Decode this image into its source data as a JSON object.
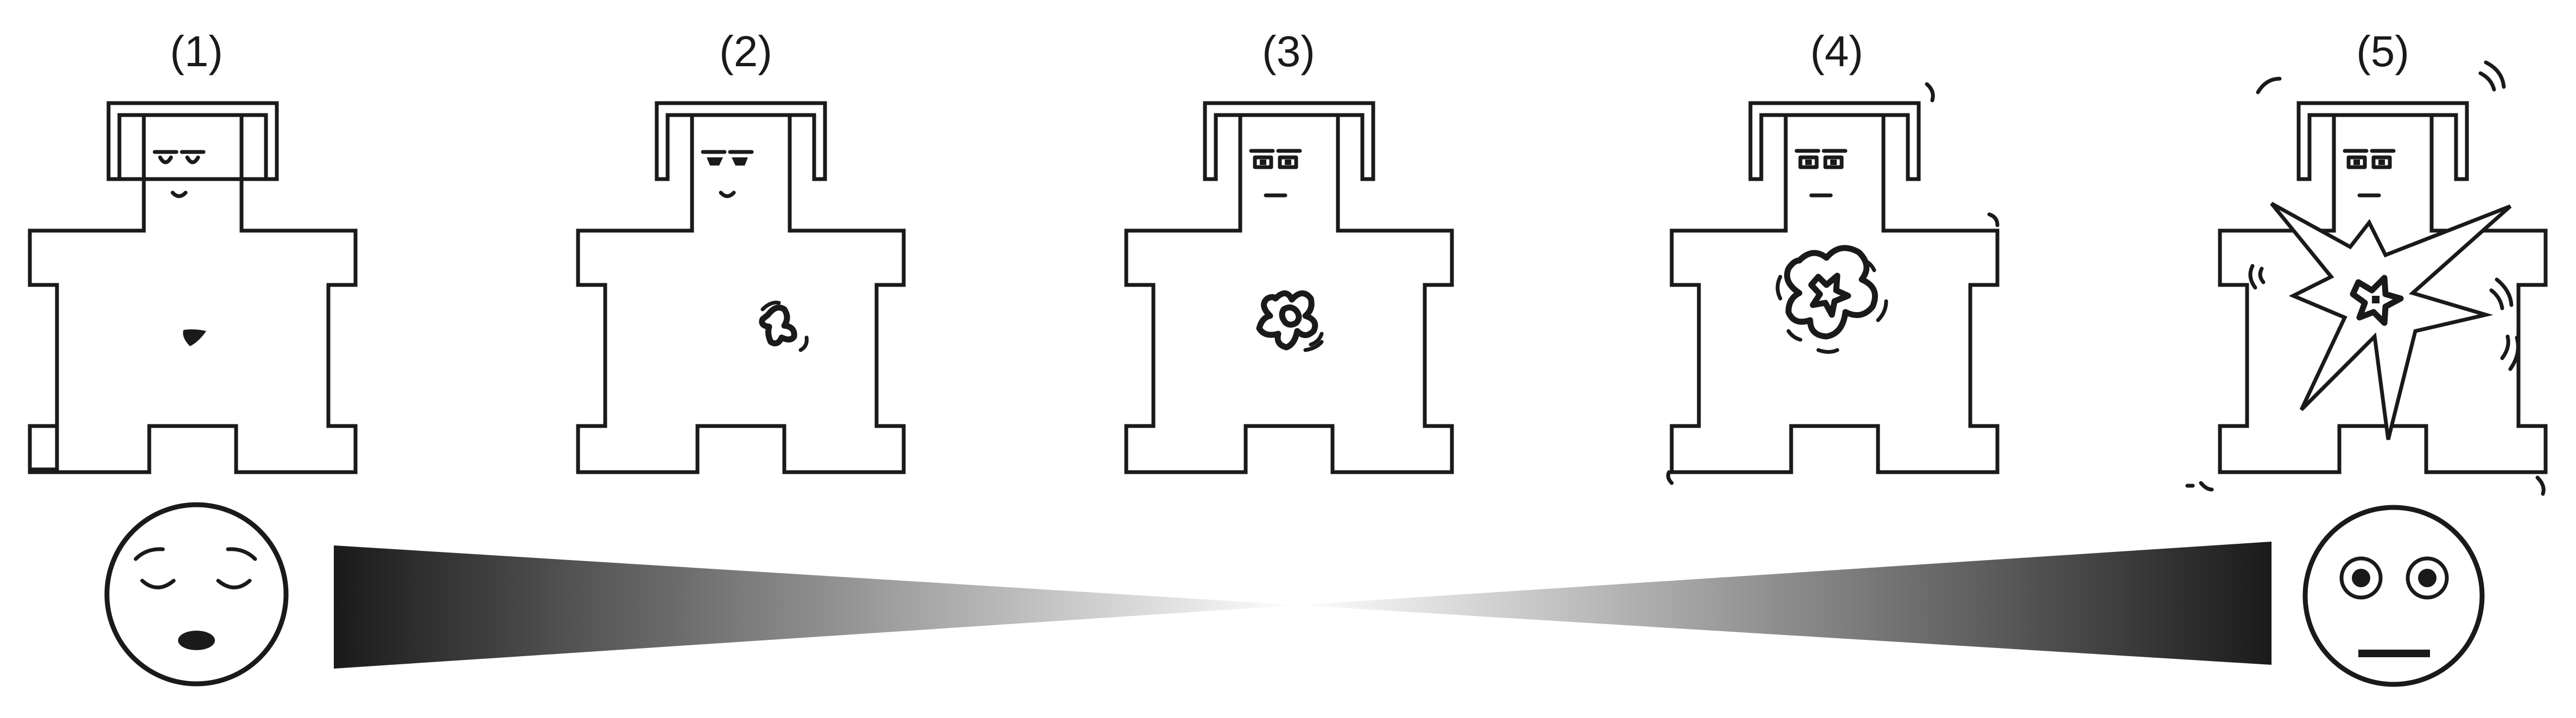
{
  "stages": [
    {
      "label": "(1)",
      "level": 1
    },
    {
      "label": "(2)",
      "level": 2
    },
    {
      "label": "(3)",
      "level": 3
    },
    {
      "label": "(4)",
      "level": 4
    },
    {
      "label": "(5)",
      "level": 5
    }
  ],
  "scale": {
    "left_face": "calm-sleeping-face-icon",
    "right_face": "alert-staring-face-icon",
    "gradient_dark": "#1a1a1a",
    "gradient_light": "#ffffff"
  },
  "colors": {
    "ink": "#1a1a1a",
    "background": "#ffffff"
  }
}
